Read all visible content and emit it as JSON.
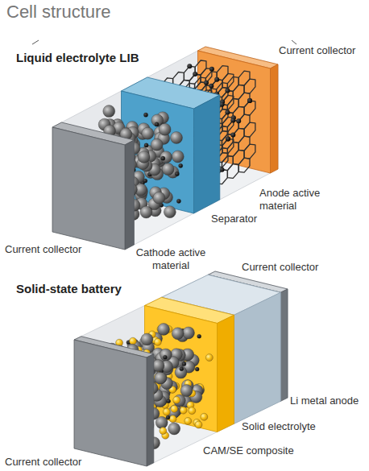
{
  "diagram": {
    "title": "Cell structure",
    "labels": [
      "Liquid electrolyte LIB",
      "Current collector",
      "Anode active material",
      "Separator",
      "Current collector",
      "Cathode active material",
      "Solid-state battery",
      "Current collector",
      "Li metal anode",
      "Solid electrolyte",
      "CAM/SE composite",
      "Current collector"
    ]
  }
}
